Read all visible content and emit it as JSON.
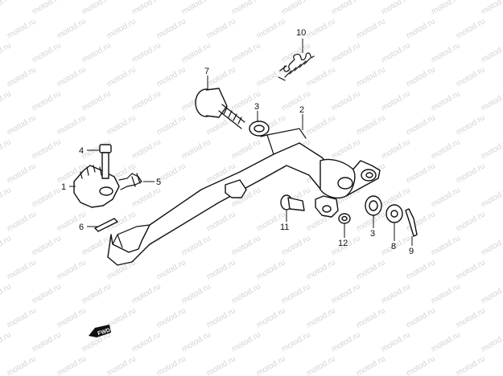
{
  "watermark": {
    "text": "motod.ru"
  },
  "callouts": [
    {
      "id": "1",
      "label": "1"
    },
    {
      "id": "2",
      "label": "2"
    },
    {
      "id": "3a",
      "label": "3"
    },
    {
      "id": "3b",
      "label": "3"
    },
    {
      "id": "4",
      "label": "4"
    },
    {
      "id": "5",
      "label": "5"
    },
    {
      "id": "6",
      "label": "6"
    },
    {
      "id": "7",
      "label": "7"
    },
    {
      "id": "8",
      "label": "8"
    },
    {
      "id": "9",
      "label": "9"
    },
    {
      "id": "10",
      "label": "10"
    },
    {
      "id": "11",
      "label": "11"
    },
    {
      "id": "12",
      "label": "12"
    }
  ],
  "forward_marker": {
    "label": "FWD"
  }
}
